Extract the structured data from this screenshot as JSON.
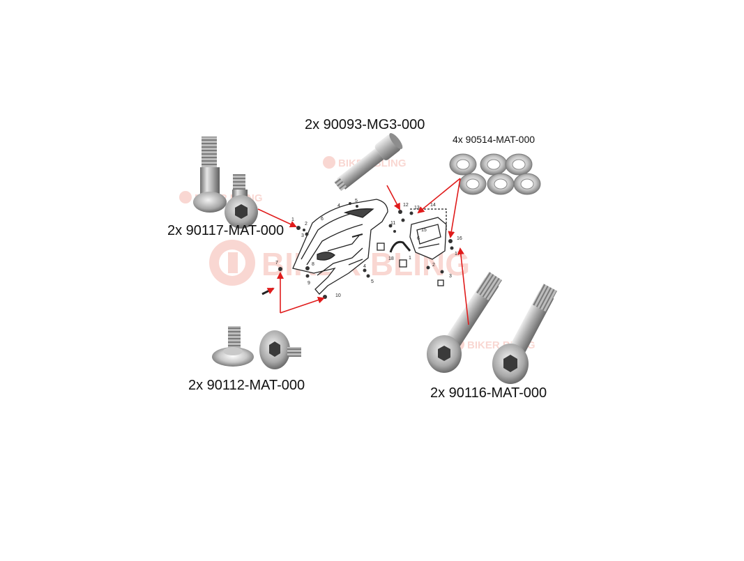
{
  "labels": {
    "top_center": "2x 90093-MG3-000",
    "top_right": "4x 90514-MAT-000",
    "left": "2x 90117-MAT-000",
    "bottom_left": "2x 90112-MAT-000",
    "bottom_right": "2x 90116-MAT-000"
  },
  "watermark": {
    "text": "BIKER BLING",
    "color": "#f2a89c"
  },
  "arrow_color": "#e01b1b",
  "diagram_callouts": [
    "1",
    "2",
    "3",
    "4",
    "5",
    "6",
    "7",
    "8",
    "9",
    "10",
    "11",
    "12",
    "13",
    "14",
    "15",
    "16",
    "17",
    "18"
  ]
}
